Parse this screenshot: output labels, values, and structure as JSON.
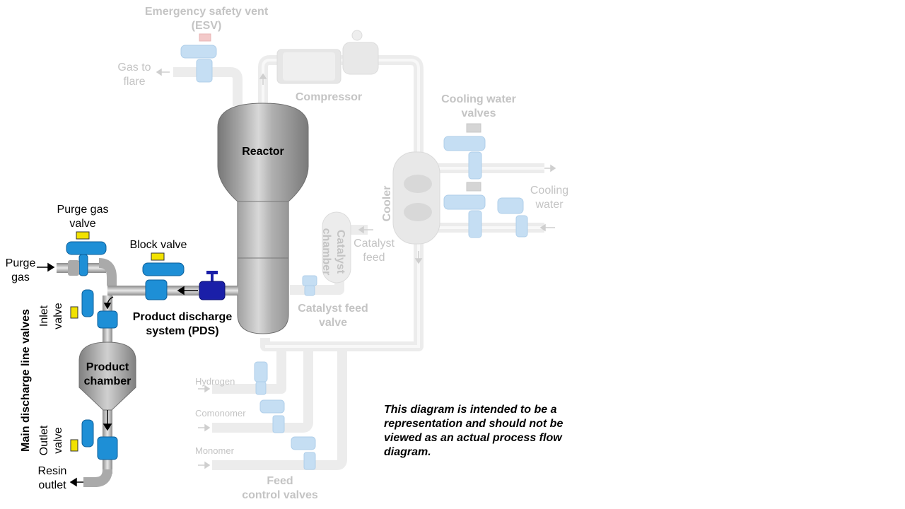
{
  "labels": {
    "esv_line1": "Emergency safety vent",
    "esv_line2": "(ESV)",
    "gas_to_flare_line1": "Gas to",
    "gas_to_flare_line2": "flare",
    "compressor": "Compressor",
    "cooling_water_valves_line1": "Cooling water",
    "cooling_water_valves_line2": "valves",
    "cooling_water_line1": "Cooling",
    "cooling_water_line2": "water",
    "cooler": "Cooler",
    "reactor": "Reactor",
    "catalyst_chamber_line1": "Catalyst",
    "catalyst_chamber_line2": "chamber",
    "catalyst_feed_line1": "Catalyst",
    "catalyst_feed_line2": "feed",
    "catalyst_feed_valve_line1": "Catalyst feed",
    "catalyst_feed_valve_line2": "valve",
    "purge_gas_valve_line1": "Purge gas",
    "purge_gas_valve_line2": "valve",
    "block_valve": "Block valve",
    "purge_gas_line1": "Purge",
    "purge_gas_line2": "gas",
    "inlet_valve_line1": "Inlet",
    "inlet_valve_line2": "valve",
    "pds_line1": "Product discharge",
    "pds_line2": "system (PDS)",
    "main_discharge": "Main discharge line valves",
    "product_chamber_line1": "Product",
    "product_chamber_line2": "chamber",
    "outlet_valve_line1": "Outlet",
    "outlet_valve_line2": "valve",
    "resin_outlet_line1": "Resin",
    "resin_outlet_line2": "outlet",
    "hydrogen": "Hydrogen",
    "comonomer": "Comonomer",
    "monomer": "Monomer",
    "feed_control_line1": "Feed",
    "feed_control_line2": "control valves",
    "disclaimer": "This diagram is intended to be a representation and should not be viewed as an actual process flow diagram."
  },
  "colors": {
    "active_valve": "#1e8fd6",
    "block_valve_dark": "#1a1fa8",
    "actuator_yellow": "#f2e200",
    "faded_valve": "#b9d8f2",
    "faded_pipe": "#eaeaea",
    "reactor_gray": "#9a9a9a"
  }
}
